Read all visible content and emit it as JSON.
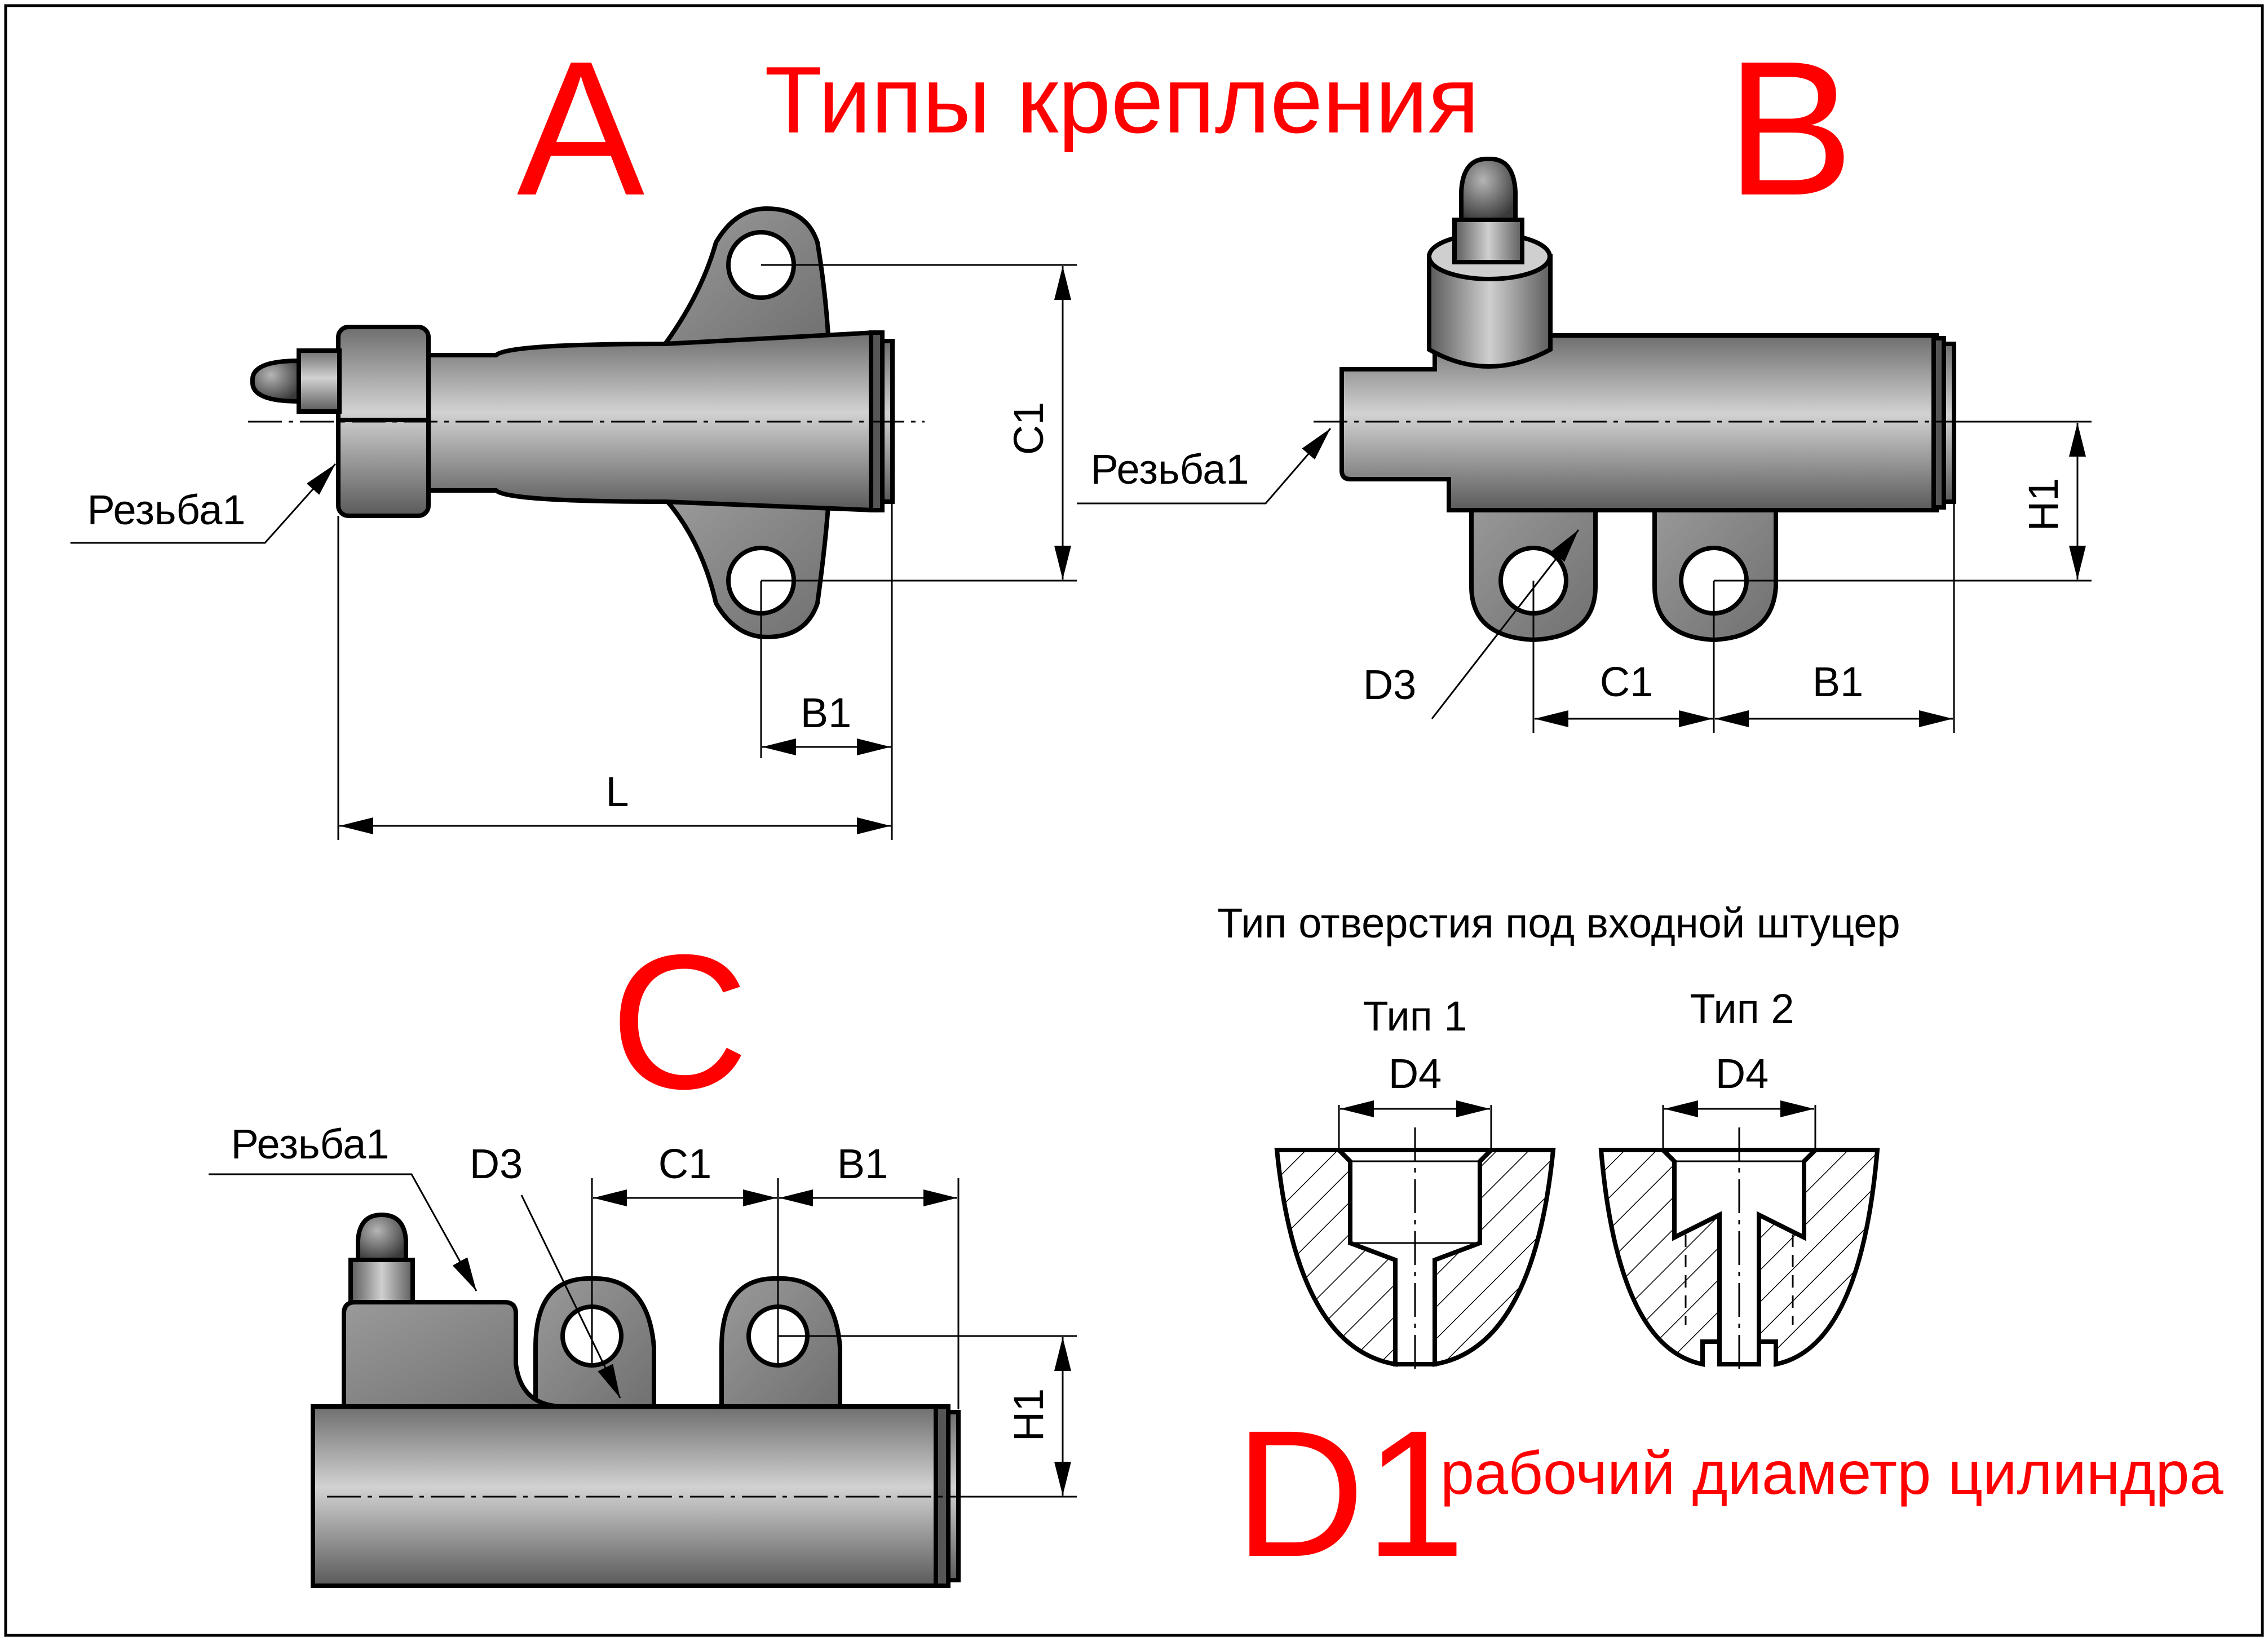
{
  "title": "Типы крепления",
  "types": {
    "a": "A",
    "b": "B",
    "c": "C"
  },
  "labels": {
    "thread": "Резьба1",
    "c1": "C1",
    "b1": "B1",
    "l": "L",
    "h1": "H1",
    "d3": "D3",
    "d4": "D4"
  },
  "inlet_section": {
    "title": "Тип отверстия под входной штуцер",
    "type1": "Тип 1",
    "type2": "Тип 2"
  },
  "d1": {
    "symbol": "D1",
    "caption": "рабочий диаметр цилиндра"
  },
  "colors": {
    "accent": "#ff0000",
    "line": "#000000",
    "part_dark": "#6a6a6a",
    "part_light": "#cfcfcf"
  }
}
